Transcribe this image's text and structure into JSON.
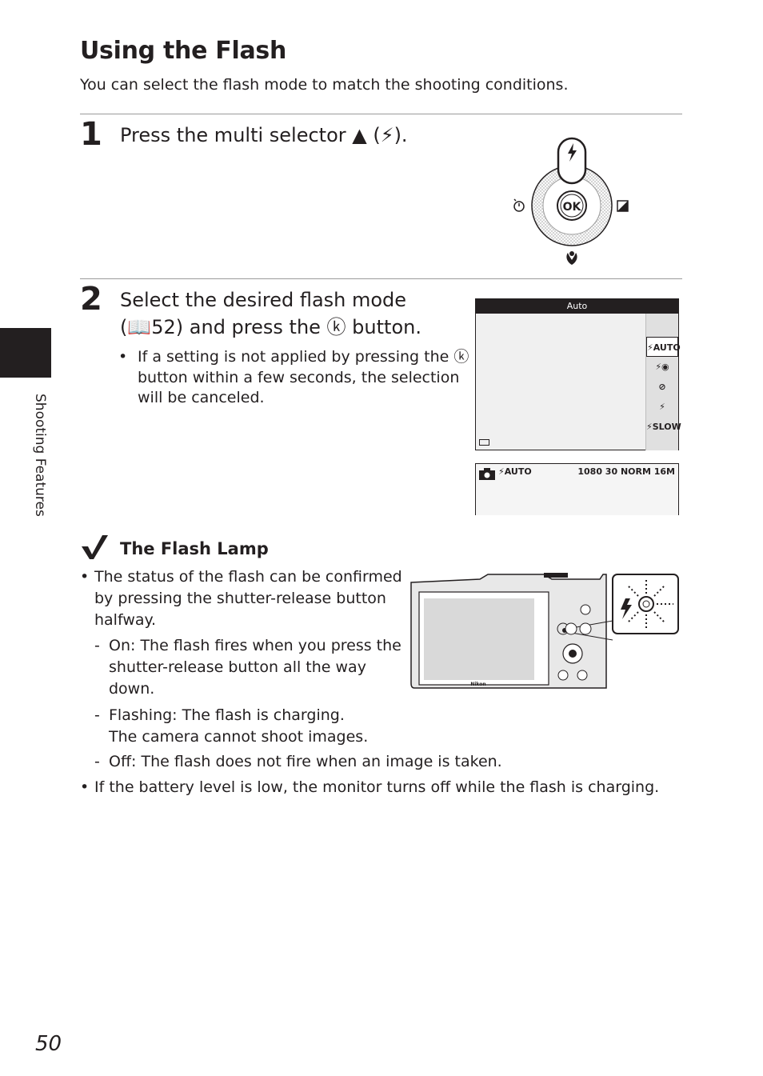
{
  "title": "Using the Flash",
  "intro": "You can select the flash mode to match the shooting conditions.",
  "step1": {
    "number": "1",
    "text": "Press the multi selector ▲ (⚡).",
    "dial": {
      "center_label": "OK"
    }
  },
  "step2": {
    "number": "2",
    "line1": "Select the desired flash mode",
    "line2": "(📖52) and press the ⓚ button.",
    "bullet": [
      "If a setting is not applied by pressing the ⓚ",
      "button within a few seconds, the selection",
      "will be canceled."
    ],
    "screen": {
      "header": "Auto",
      "options": [
        "⚡AUTO",
        "⚡◉",
        "⊘",
        "⚡",
        "⚡SLOW"
      ],
      "selected_index": 0
    },
    "status": {
      "left": "⚡AUTO",
      "right": "1080 30 NORM 16M"
    }
  },
  "note": {
    "title": "The Flash Lamp",
    "bullet1": [
      "The status of the flash can be confirmed",
      "by pressing the shutter-release button",
      "halfway."
    ],
    "sub1": [
      "On: The flash fires when you press the",
      "shutter-release button all the way",
      "down."
    ],
    "sub2": [
      "Flashing: The flash is charging.",
      "The camera cannot shoot images."
    ],
    "sub3": "Off: The flash does not fire when an image is taken.",
    "bullet2": "If the battery level is low, the monitor turns off while the flash is charging.",
    "camera_brand": "Nikon"
  },
  "side_tab": "Shooting Features",
  "page_number": "50"
}
